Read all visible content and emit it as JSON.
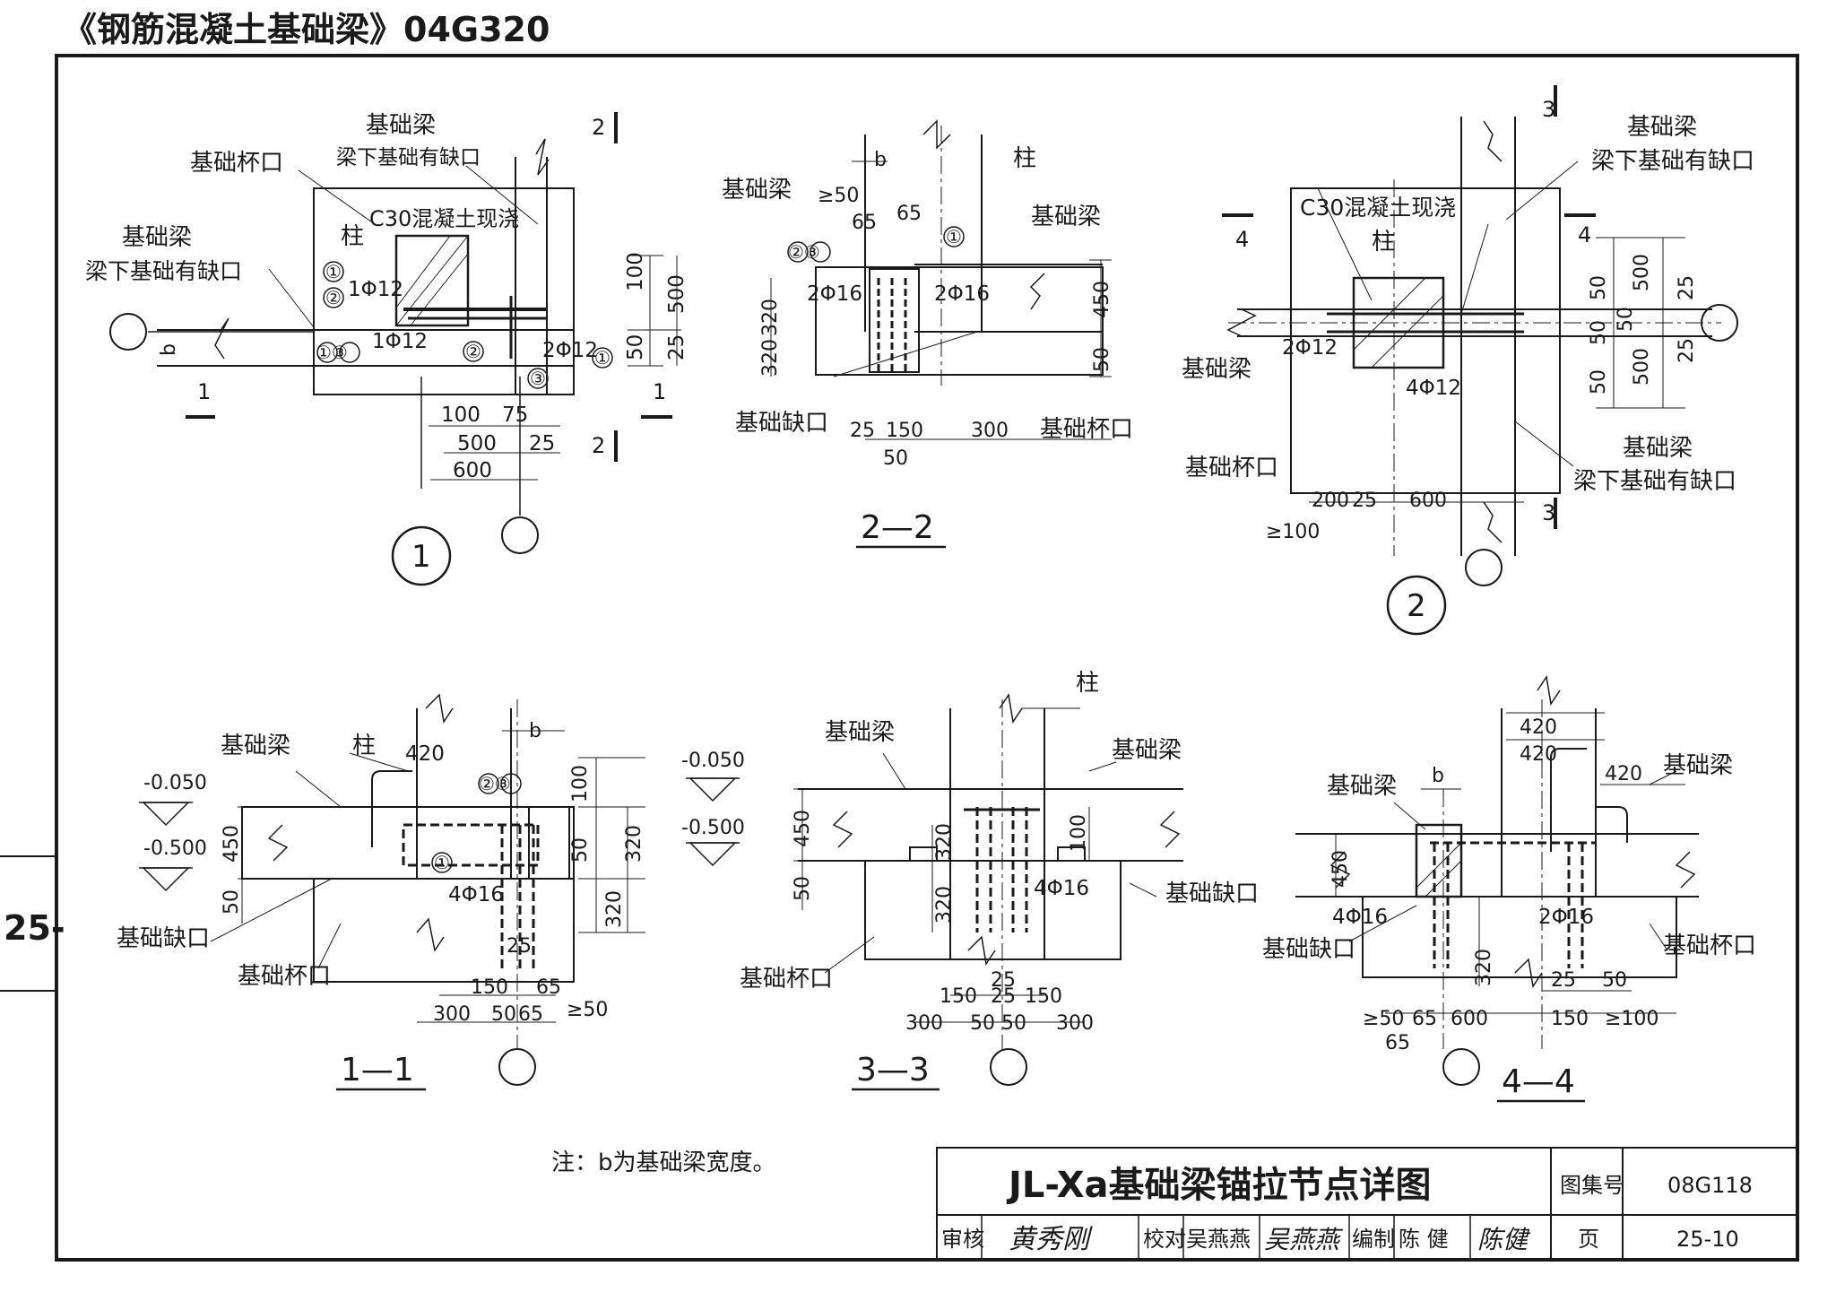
{
  "header": {
    "title": "《钢筋混凝土基础梁》04G320"
  },
  "side_tab": {
    "label": "25-"
  },
  "note": "注：b为基础梁宽度。",
  "detail_1": {
    "symbol": "1",
    "labels": {
      "cup": "基础杯口",
      "beam_a": "基础梁",
      "beam_a_note": "梁下基础有缺口",
      "beam_b": "基础梁",
      "beam_b_note": "梁下基础有缺口",
      "column": "柱",
      "concrete": "C30混凝土现浇",
      "bar_1": "1Φ12",
      "bar_2": "1Φ12",
      "bar_3": "2Φ12",
      "b": "b"
    },
    "circled": [
      "①",
      "②",
      "①③",
      "②",
      "③",
      "①"
    ],
    "dims": [
      "100",
      "500",
      "50",
      "25",
      "100",
      "75",
      "500",
      "25",
      "600"
    ],
    "section_marks": [
      "1",
      "1",
      "2",
      "2"
    ]
  },
  "section_2_2": {
    "title": "2—2",
    "labels": {
      "beam": "基础梁",
      "column": "柱",
      "beam_right": "基础梁",
      "notch": "基础缺口",
      "cup": "基础杯口",
      "bars_left": "2Φ16",
      "bars_right": "2Φ16",
      "b": "b"
    },
    "circled": [
      "②③",
      "①"
    ],
    "dims": [
      "≥50",
      "65",
      "65",
      "320",
      "320",
      "450",
      "50",
      "25",
      "150",
      "50",
      "300"
    ]
  },
  "detail_2": {
    "symbol": "2",
    "labels": {
      "beam_top": "基础梁",
      "beam_top_note": "梁下基础有缺口",
      "concrete": "C30混凝土现浇",
      "column": "柱",
      "beam_left": "基础梁",
      "bar_left": "2Φ12",
      "bar_bottom": "4Φ12",
      "cup": "基础杯口",
      "beam_bottom": "基础梁",
      "beam_bottom_note": "梁下基础有缺口"
    },
    "dims": [
      "500",
      "25",
      "50",
      "50",
      "50",
      "50",
      "500",
      "25",
      "200",
      "25",
      "600",
      "≥100"
    ],
    "section_marks": [
      "3",
      "3",
      "4",
      "4"
    ]
  },
  "section_1_1": {
    "title": "1—1",
    "labels": {
      "beam": "基础梁",
      "column": "柱",
      "notch": "基础缺口",
      "cup": "基础杯口",
      "bars": "4Φ16",
      "b": "b"
    },
    "elevations": [
      "-0.050",
      "-0.500"
    ],
    "circled": [
      "②③",
      "①"
    ],
    "dims": [
      "420",
      "100",
      "450",
      "50",
      "50",
      "320",
      "320",
      "25",
      "150",
      "65",
      "300",
      "50",
      "65",
      "≥50"
    ]
  },
  "section_3_3": {
    "title": "3—3",
    "labels": {
      "column": "柱",
      "beam_left": "基础梁",
      "beam_right": "基础梁",
      "notch": "基础缺口",
      "cup": "基础杯口",
      "bars": "4Φ16"
    },
    "elevations": [
      "-0.050",
      "-0.500"
    ],
    "dims": [
      "450",
      "50",
      "320",
      "320",
      "100",
      "25",
      "150",
      "25",
      "150",
      "300",
      "50",
      "50",
      "300"
    ]
  },
  "section_4_4": {
    "title": "4—4",
    "labels": {
      "beam_left": "基础梁",
      "beam_right": "基础梁",
      "notch": "基础缺口",
      "cup": "基础杯口",
      "bars_left": "4Φ16",
      "bars_right": "2Φ16",
      "b": "b"
    },
    "dims": [
      "420",
      "420",
      "420",
      "450",
      "320",
      "25",
      "50",
      "≥50",
      "65",
      "600",
      "150",
      "≥100",
      "65"
    ]
  },
  "title_block": {
    "drawing_title": "JL-Xa基础梁锚拉节点详图",
    "atlas_label": "图集号",
    "atlas_no": "08G118",
    "review_label": "审核",
    "review_name": "黄秀刚",
    "check_label": "校对",
    "check_name": "吴燕燕",
    "check_sign": "吴燕燕",
    "draw_label": "编制",
    "draw_name": "陈 健",
    "draw_sign": "陈健",
    "page_label": "页",
    "page_no": "25-10"
  }
}
